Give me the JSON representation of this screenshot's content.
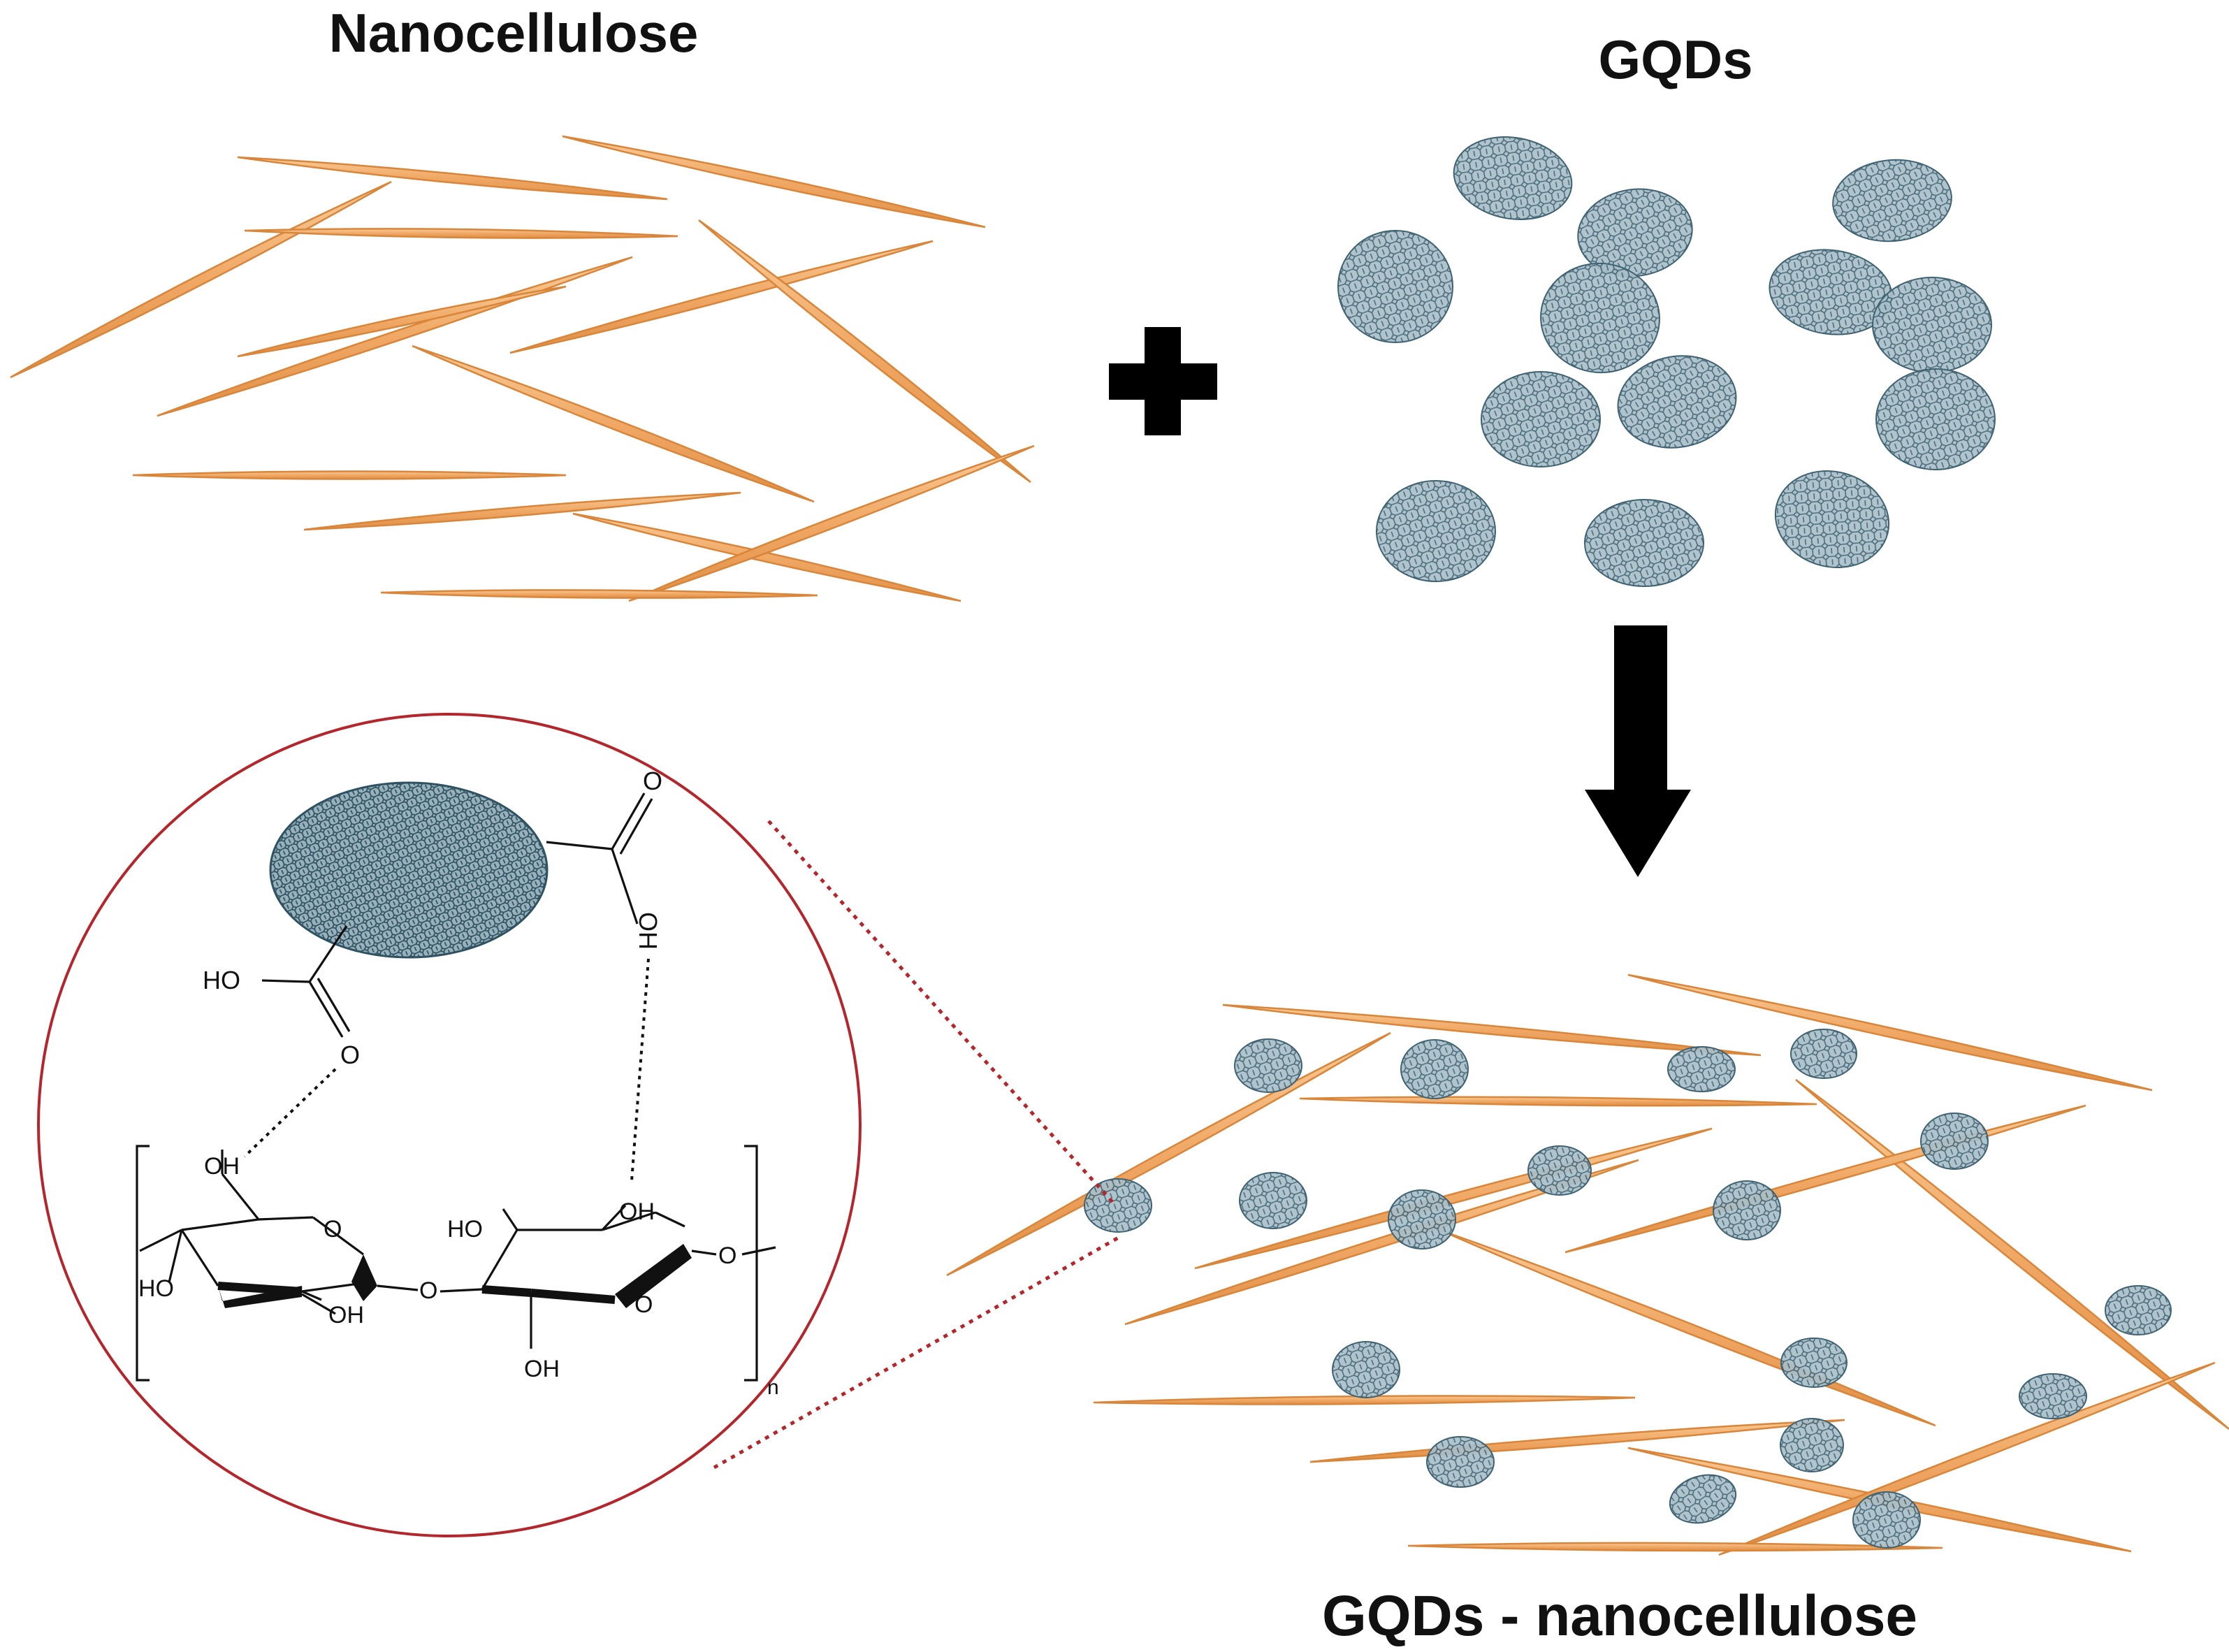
{
  "labels": {
    "nanocellulose": "Nanocellulose",
    "gqds": "GQDs",
    "composite": "GQDs - nanocellulose"
  },
  "chemistry": {
    "carboxyl_left_oh": "HO",
    "carboxyl_left_o": "O",
    "carboxyl_right_o": "O",
    "carboxyl_right_oh": "OH",
    "ring1_ch2oh": "OH",
    "ring1_ring_o": "O",
    "ring1_c3_oh": "HO",
    "ring1_c2_oh": "OH",
    "glycosidic_o": "O",
    "ring2_c4_oh": "HO",
    "ring2_c2_oh": "OH",
    "ring2_ring_o": "O",
    "ring2_ch2oh": "OH",
    "chain_end_o": "O",
    "repeat_n": "n"
  },
  "colors": {
    "fiber_fill": "#f5b77a",
    "fiber_stroke": "#d9853a",
    "gqd_fill": "#a6bcc7",
    "gqd_line": "#3f6272",
    "zoom_circle": "#b3262b",
    "arrow": "#000000"
  }
}
